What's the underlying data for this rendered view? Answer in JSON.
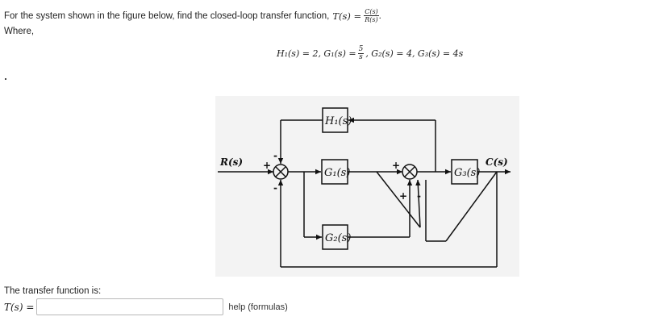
{
  "question": {
    "text": "For the system shown in the figure below, find the closed-loop transfer function,",
    "tf_symbol": "T(s) =",
    "frac_num": "C(s)",
    "frac_den": "R(s)",
    "period": "."
  },
  "where_label": "Where,",
  "given": {
    "part1": "H₁(s) = 2, G₁(s) =",
    "frac_num": "5",
    "frac_den": "s",
    "part2": ", G₂(s) = 4, G₃(s) = 4s"
  },
  "diagram": {
    "input_label": "R(s)",
    "output_label": "C(s)",
    "block_h1": "H₁(s)",
    "block_g1": "G₁(s)",
    "block_g2": "G₂(s)",
    "block_g3": "G₃(s)",
    "sum1_top_sign": "-",
    "sum1_left_sign": "+",
    "sum1_bottom_sign": "-",
    "sum2_left_sign": "+",
    "sum2_bottom_left_sign": "+",
    "sum2_bottom_right_sign": "-"
  },
  "answer": {
    "label": "The transfer function is:",
    "lhs": "T(s) =",
    "value": "",
    "placeholder": "",
    "help_link": "help (formulas)"
  }
}
